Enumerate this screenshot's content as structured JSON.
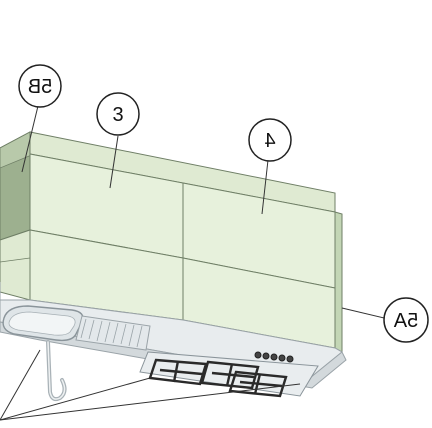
{
  "callouts": [
    {
      "id": "5B",
      "label": "5B",
      "mirrored": true
    },
    {
      "id": "3",
      "label": "3",
      "mirrored": false
    },
    {
      "id": "4",
      "label": "4",
      "mirrored": true
    },
    {
      "id": "5A",
      "label": "5A",
      "mirrored": true
    }
  ],
  "colors": {
    "panel": "#e7f1dc",
    "panel_shadow": "#c3d6b5",
    "side_dark": "#9db08f",
    "edge": "#6f7f66",
    "counter": "#e8ecee",
    "counter_edge": "#9aa3a8",
    "sink": "#dfe5e8",
    "hob_metal": "#2a2a2a",
    "callout_stroke": "#222222",
    "callout_fill": "#ffffff"
  }
}
